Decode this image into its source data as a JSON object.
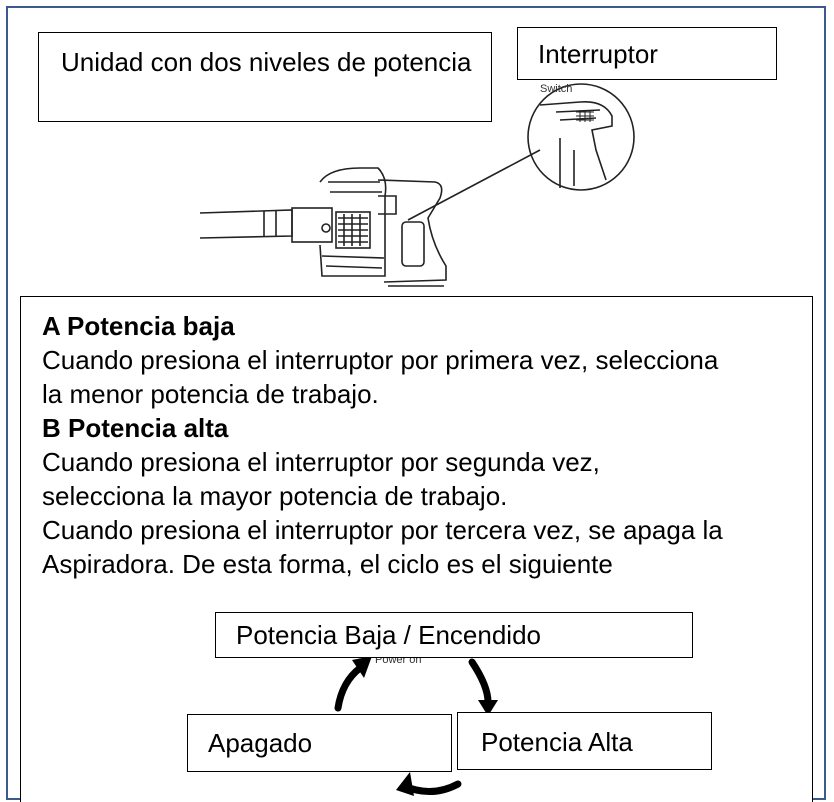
{
  "callouts": {
    "unit": "Unidad con dos niveles de potencia",
    "switch": "Interruptor"
  },
  "modes": {
    "low_title": "A Potencia baja",
    "low_text_1": "Cuando presiona el interruptor por primera vez, selecciona",
    "low_text_2": "la menor potencia de trabajo.",
    "high_title": "B Potencia alta",
    "high_text_1": "Cuando presiona el interruptor por segunda vez,",
    "high_text_2": "selecciona la mayor potencia de trabajo.",
    "off_text_1": "Cuando presiona el interruptor por tercera vez, se apaga la",
    "off_text_2": "Aspiradora. De esta forma, el ciclo es el siguiente"
  },
  "cycle": {
    "low_on": "Potencia Baja / Encendido",
    "off": "Apagado",
    "high": "Potencia Alta"
  }
}
